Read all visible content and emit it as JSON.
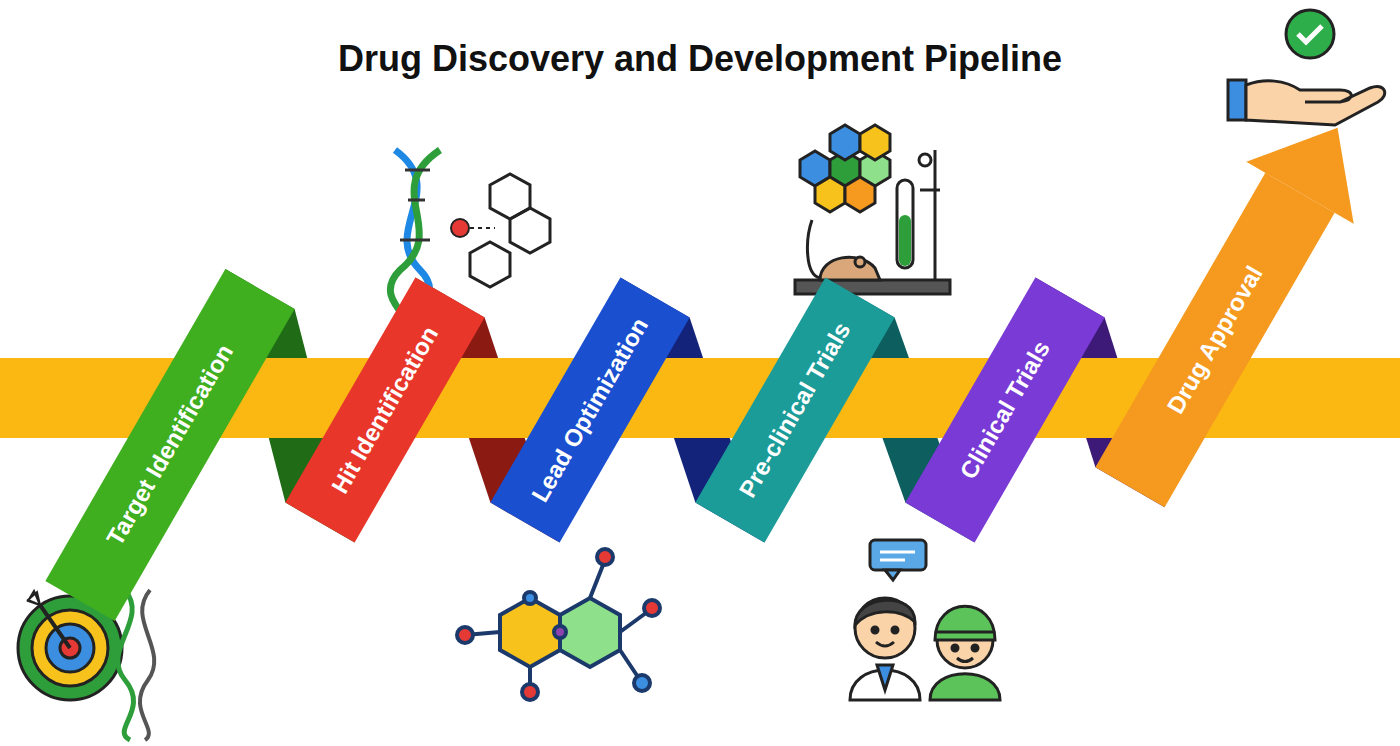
{
  "diagram": {
    "title": "Drug Discovery and Development Pipeline",
    "nodes": [
      {
        "text": [
          "Target Identification"
        ]
      },
      {
        "text": [
          "Hit Identification"
        ]
      },
      {
        "text": [
          "Lead Optimization"
        ]
      },
      {
        "text": [
          "Pre-clinical Trials"
        ]
      },
      {
        "text": [
          "Clinical Trials"
        ]
      },
      {
        "text": [
          "Drug Approval"
        ]
      }
    ]
  }
}
